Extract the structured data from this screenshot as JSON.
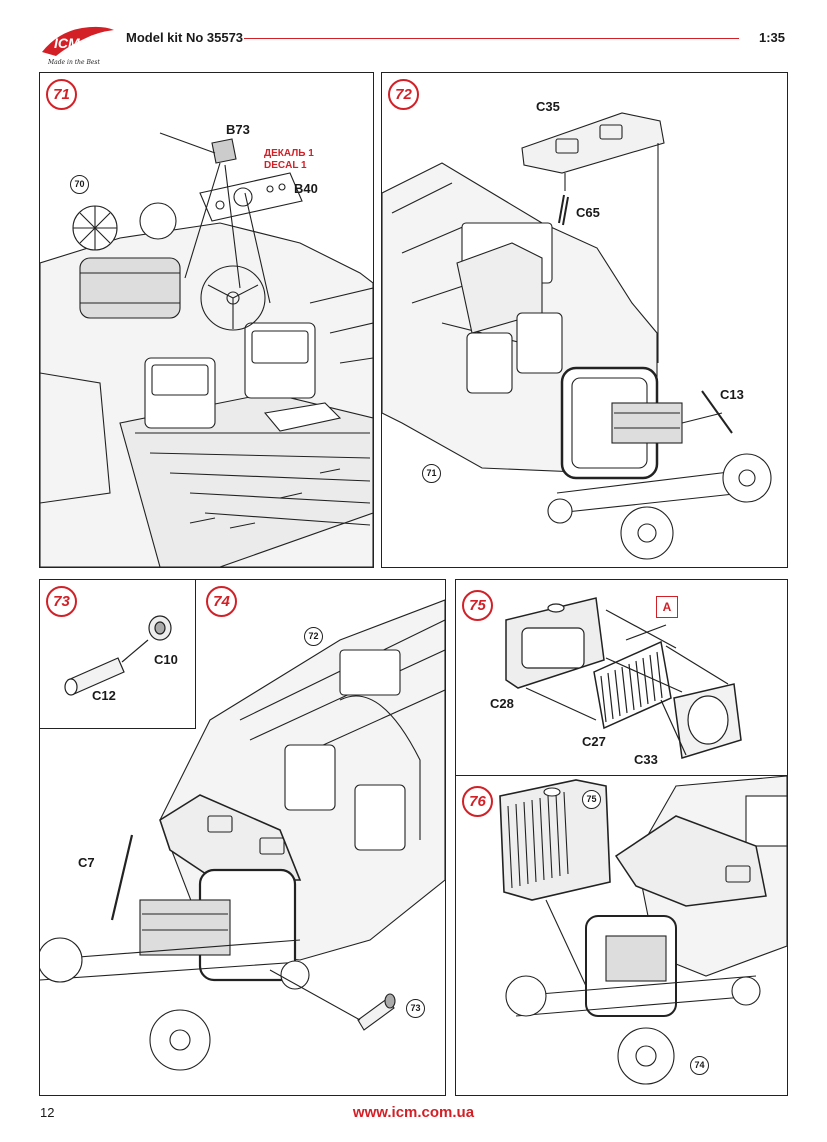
{
  "header": {
    "logo_text": "ICM",
    "logo_slogan": "Made in the Best",
    "kit_title": "Model kit No 35573",
    "scale": "1:35",
    "brand_color": "#d32027"
  },
  "steps": {
    "s71": {
      "number": "71",
      "ref": "70",
      "parts": {
        "b73": "B73",
        "b40": "B40"
      },
      "decal_ru": "ДЕКАЛЬ 1",
      "decal_en": "DECAL 1"
    },
    "s72": {
      "number": "72",
      "ref": "71",
      "parts": {
        "c35": "C35",
        "c65": "C65",
        "c13": "C13"
      }
    },
    "s73": {
      "number": "73",
      "parts": {
        "c10": "C10",
        "c12": "C12"
      }
    },
    "s74": {
      "number": "74",
      "ref_top": "72",
      "ref_bottom": "73",
      "parts": {
        "c7": "C7"
      }
    },
    "s75": {
      "number": "75",
      "marker": "A",
      "parts": {
        "c28": "C28",
        "c27": "C27",
        "c33": "C33"
      }
    },
    "s76": {
      "number": "76",
      "ref_top": "75",
      "ref_bottom": "74"
    }
  },
  "footer": {
    "page_number": "12",
    "website": "www.icm.com.ua"
  }
}
